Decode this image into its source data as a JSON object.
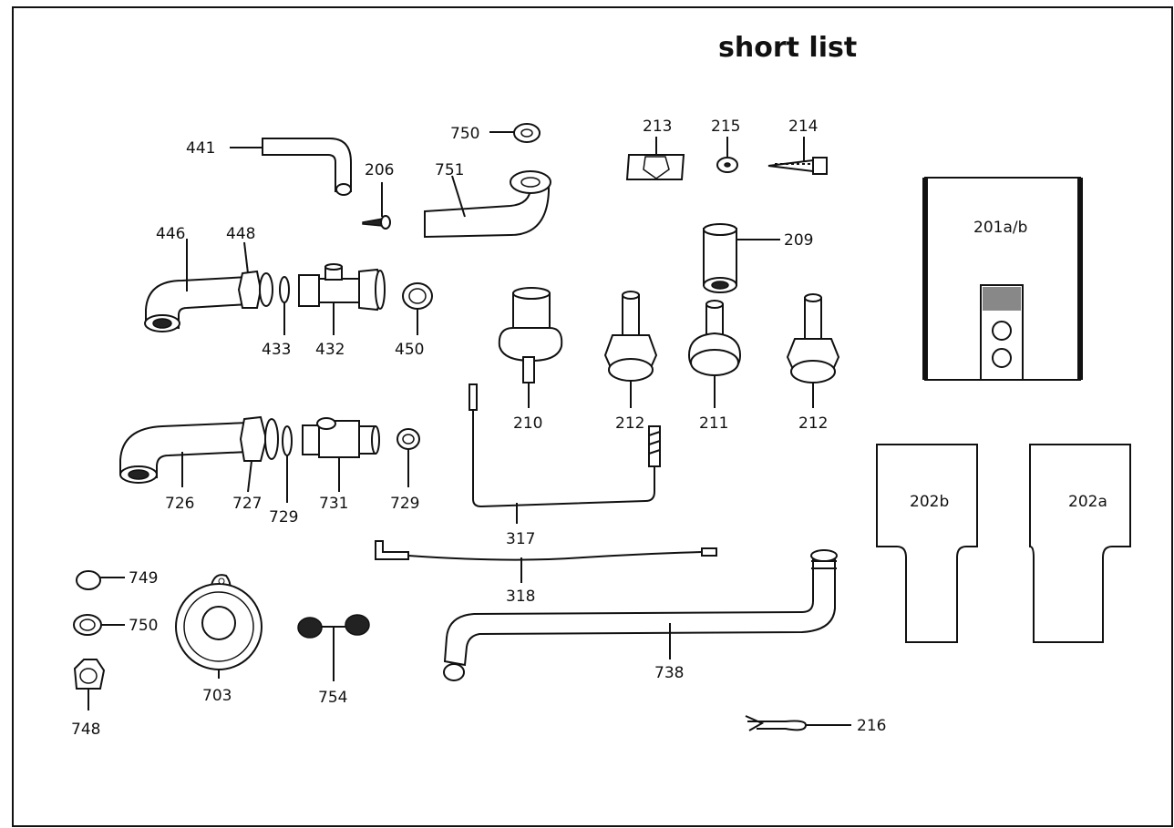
{
  "title": "short list",
  "labels": {
    "p441": "441",
    "p750a": "750",
    "p206": "206",
    "p751": "751",
    "p213": "213",
    "p215": "215",
    "p214": "214",
    "p201": "201a/b",
    "p209": "209",
    "p446": "446",
    "p448": "448",
    "p433": "433",
    "p432": "432",
    "p450": "450",
    "p210": "210",
    "p212a": "212",
    "p211": "211",
    "p212b": "212",
    "p726": "726",
    "p727": "727",
    "p729a": "729",
    "p731": "731",
    "p729b": "729",
    "p317": "317",
    "p202b": "202b",
    "p202a": "202a",
    "p318": "318",
    "p749": "749",
    "p750b": "750",
    "p703": "703",
    "p754": "754",
    "p748": "748",
    "p738": "738",
    "p216": "216"
  },
  "colors": {
    "ink": "#111111",
    "paper": "#ffffff"
  }
}
